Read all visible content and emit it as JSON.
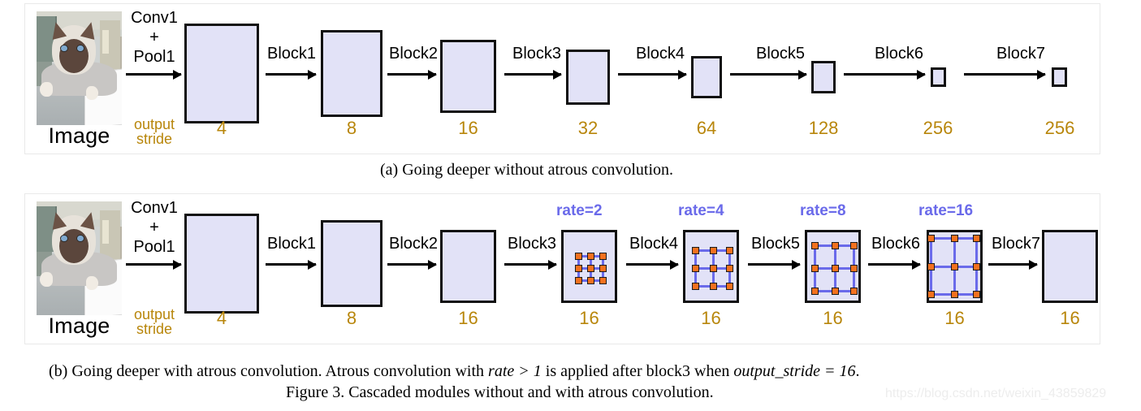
{
  "figure": {
    "watermark": "https://blog.csdn.net/weixin_43859829",
    "caption_a": "(a) Going deeper without atrous convolution.",
    "caption_b_1": "(b) Going deeper with atrous convolution. Atrous convolution with ",
    "caption_b_math1": "rate > 1",
    "caption_b_2": " is applied after block3 when ",
    "caption_b_math2": "output_stride = 16",
    "caption_b_3": ".",
    "caption_figure": "Figure 3. Cascaded modules without and with atrous convolution."
  },
  "colors": {
    "block_fill": "#e2e2f7",
    "block_border": "#111111",
    "stride_text": "#b8860b",
    "rate_text": "#6a6aea",
    "dot_fill": "#f4711f",
    "grid_line": "#6a6aea"
  },
  "panel_a": {
    "image_label": "Image",
    "output_stride_label_line1": "output",
    "output_stride_label_line2": "stride",
    "first_arrow_label_line1": "Conv1",
    "first_arrow_label_line2": "+",
    "first_arrow_label_line3": "Pool1",
    "arrow_labels": [
      "Block1",
      "Block2",
      "Block3",
      "Block4",
      "Block5",
      "Block6",
      "Block7"
    ],
    "stride_values": [
      "4",
      "8",
      "16",
      "32",
      "64",
      "128",
      "256",
      "256"
    ]
  },
  "panel_b": {
    "image_label": "Image",
    "output_stride_label_line1": "output",
    "output_stride_label_line2": "stride",
    "first_arrow_label_line1": "Conv1",
    "first_arrow_label_line2": "+",
    "first_arrow_label_line3": "Pool1",
    "arrow_labels": [
      "Block1",
      "Block2",
      "Block3",
      "Block4",
      "Block5",
      "Block6",
      "Block7"
    ],
    "stride_values": [
      "4",
      "8",
      "16",
      "16",
      "16",
      "16",
      "16",
      "16"
    ],
    "rate_labels": [
      "rate=2",
      "rate=4",
      "rate=8",
      "rate=16"
    ]
  },
  "chart_data": {
    "type": "diagram",
    "title": "Figure 3. Cascaded modules without and with atrous convolution.",
    "subplots": [
      {
        "id": "a",
        "caption": "(a) Going deeper without atrous convolution.",
        "stages": [
          "Image",
          "Conv1+Pool1",
          "Block1",
          "Block2",
          "Block3",
          "Block4",
          "Block5",
          "Block6",
          "Block7"
        ],
        "output_stride": [
          4,
          8,
          16,
          32,
          64,
          128,
          256,
          256
        ],
        "atrous_rate": []
      },
      {
        "id": "b",
        "caption": "(b) Going deeper with atrous convolution.",
        "stages": [
          "Image",
          "Conv1+Pool1",
          "Block1",
          "Block2",
          "Block3",
          "Block4",
          "Block5",
          "Block6",
          "Block7"
        ],
        "output_stride": [
          4,
          8,
          16,
          16,
          16,
          16,
          16,
          16
        ],
        "atrous_rate": [
          2,
          4,
          8,
          16
        ]
      }
    ]
  }
}
